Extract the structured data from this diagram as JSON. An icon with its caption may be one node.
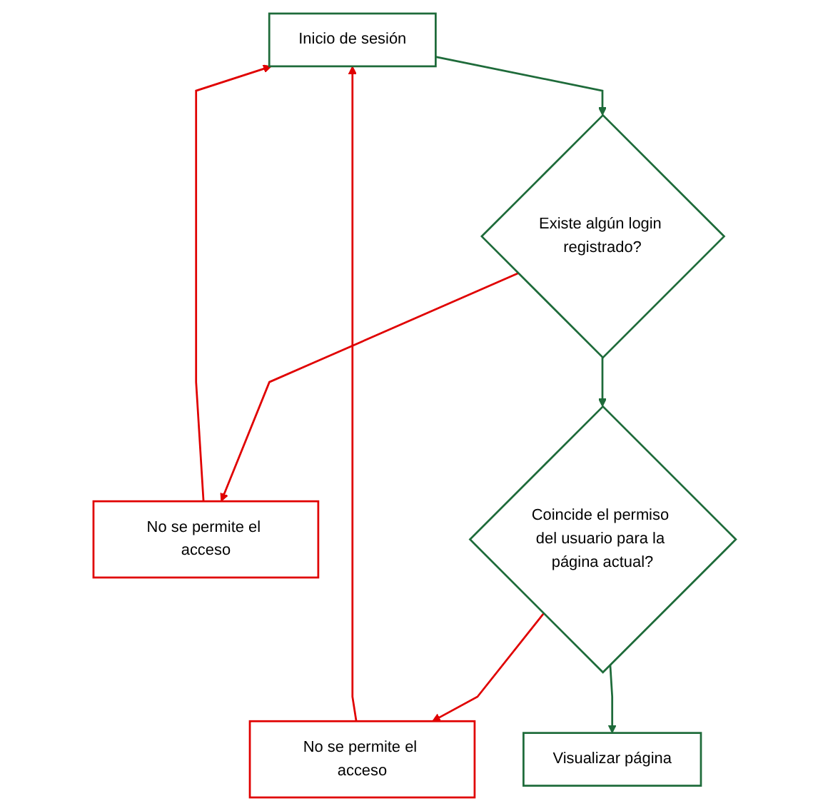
{
  "diagram": {
    "nodes": [
      {
        "text": [
          "Inicio de sesión"
        ]
      },
      {
        "text": [
          "Existe algún login registrado?"
        ]
      },
      {
        "text": [
          "No se permite el acceso"
        ]
      },
      {
        "text": [
          "Coincide el permiso del usuario para la página actual?"
        ]
      },
      {
        "text": [
          "No se permite el acceso"
        ]
      },
      {
        "text": [
          "Visualizar página"
        ]
      }
    ],
    "edges": [
      {
        "from": 0,
        "to": 1,
        "arrow": "to",
        "color": "#1e6b3a"
      },
      {
        "from": 1,
        "to": 2,
        "arrow": "to"
      },
      {
        "from": 1,
        "to": 3,
        "arrow": "to",
        "color": "#1e6b3a"
      },
      {
        "from": 3,
        "to": 4,
        "arrow": "to"
      },
      {
        "from": 3,
        "to": 5,
        "arrow": "to",
        "color": "#1e6b3a"
      },
      {
        "from": 2,
        "to": 0,
        "arrow": "to"
      },
      {
        "from": 4,
        "to": 0,
        "arrow": "to"
      }
    ]
  }
}
